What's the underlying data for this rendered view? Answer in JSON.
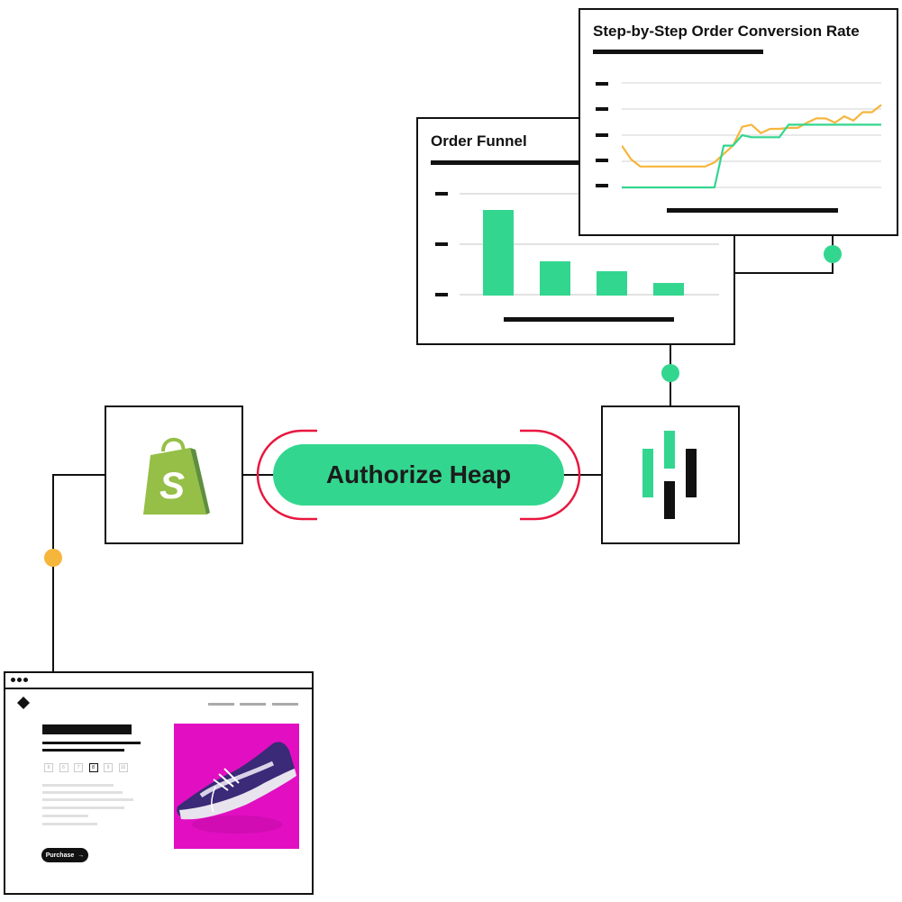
{
  "colors": {
    "accent_green": "#33d68f",
    "accent_orange": "#f6b53b",
    "accent_red": "#e8173f",
    "dark": "#111111",
    "shopify_light": "#95bf47",
    "shopify_dark": "#5e8e3e",
    "product_bg": "#e10fc1",
    "shoe_purple": "#3a2a78"
  },
  "authorize_button": {
    "label": "Authorize Heap"
  },
  "order_funnel": {
    "title": "Order Funnel",
    "chart_data": {
      "type": "bar",
      "categories": [
        "",
        "",
        "",
        ""
      ],
      "values": [
        100,
        40,
        28,
        15
      ],
      "ylim": [
        0,
        120
      ],
      "grid": true,
      "color": "#33d68f"
    }
  },
  "conversion_rate": {
    "title": "Step-by-Step Order Conversion Rate",
    "chart_data": {
      "type": "line",
      "x": [
        0,
        1,
        2,
        3,
        4,
        5,
        6,
        7,
        8,
        9,
        10,
        11,
        12,
        13,
        14,
        15,
        16,
        17,
        18,
        19,
        20,
        21,
        22,
        23,
        24,
        25,
        26,
        27,
        28
      ],
      "ylim": [
        0,
        5
      ],
      "grid": true,
      "series": [
        {
          "color": "#f6b53b",
          "values": [
            2.0,
            1.35,
            1.0,
            1.0,
            1.0,
            1.0,
            1.0,
            1.0,
            1.0,
            1.0,
            1.2,
            1.6,
            2.0,
            2.9,
            3.0,
            2.6,
            2.8,
            2.8,
            2.85,
            2.85,
            3.1,
            3.3,
            3.3,
            3.1,
            3.4,
            3.2,
            3.6,
            3.6,
            3.95
          ]
        },
        {
          "color": "#33d68f",
          "values": [
            0,
            0,
            0,
            0,
            0,
            0,
            0,
            0,
            0,
            0,
            0,
            2,
            2,
            2.5,
            2.4,
            2.4,
            2.4,
            2.4,
            3.0,
            3.0,
            3.0,
            3.0,
            3.0,
            3.0,
            3.0,
            3.0,
            3.0,
            3.0,
            3.0
          ]
        }
      ]
    }
  },
  "store_page": {
    "purchase_label": "Purchase",
    "purchase_arrow": "→",
    "sizes": [
      "6",
      "6",
      "7",
      "8",
      "9",
      "10"
    ],
    "selected_size_index": 3
  },
  "icons": {
    "shopify": "shopify-bag-icon",
    "heap": "heap-logo-icon",
    "browser_logo": "diamond-icon",
    "shoe": "sneaker-icon"
  }
}
